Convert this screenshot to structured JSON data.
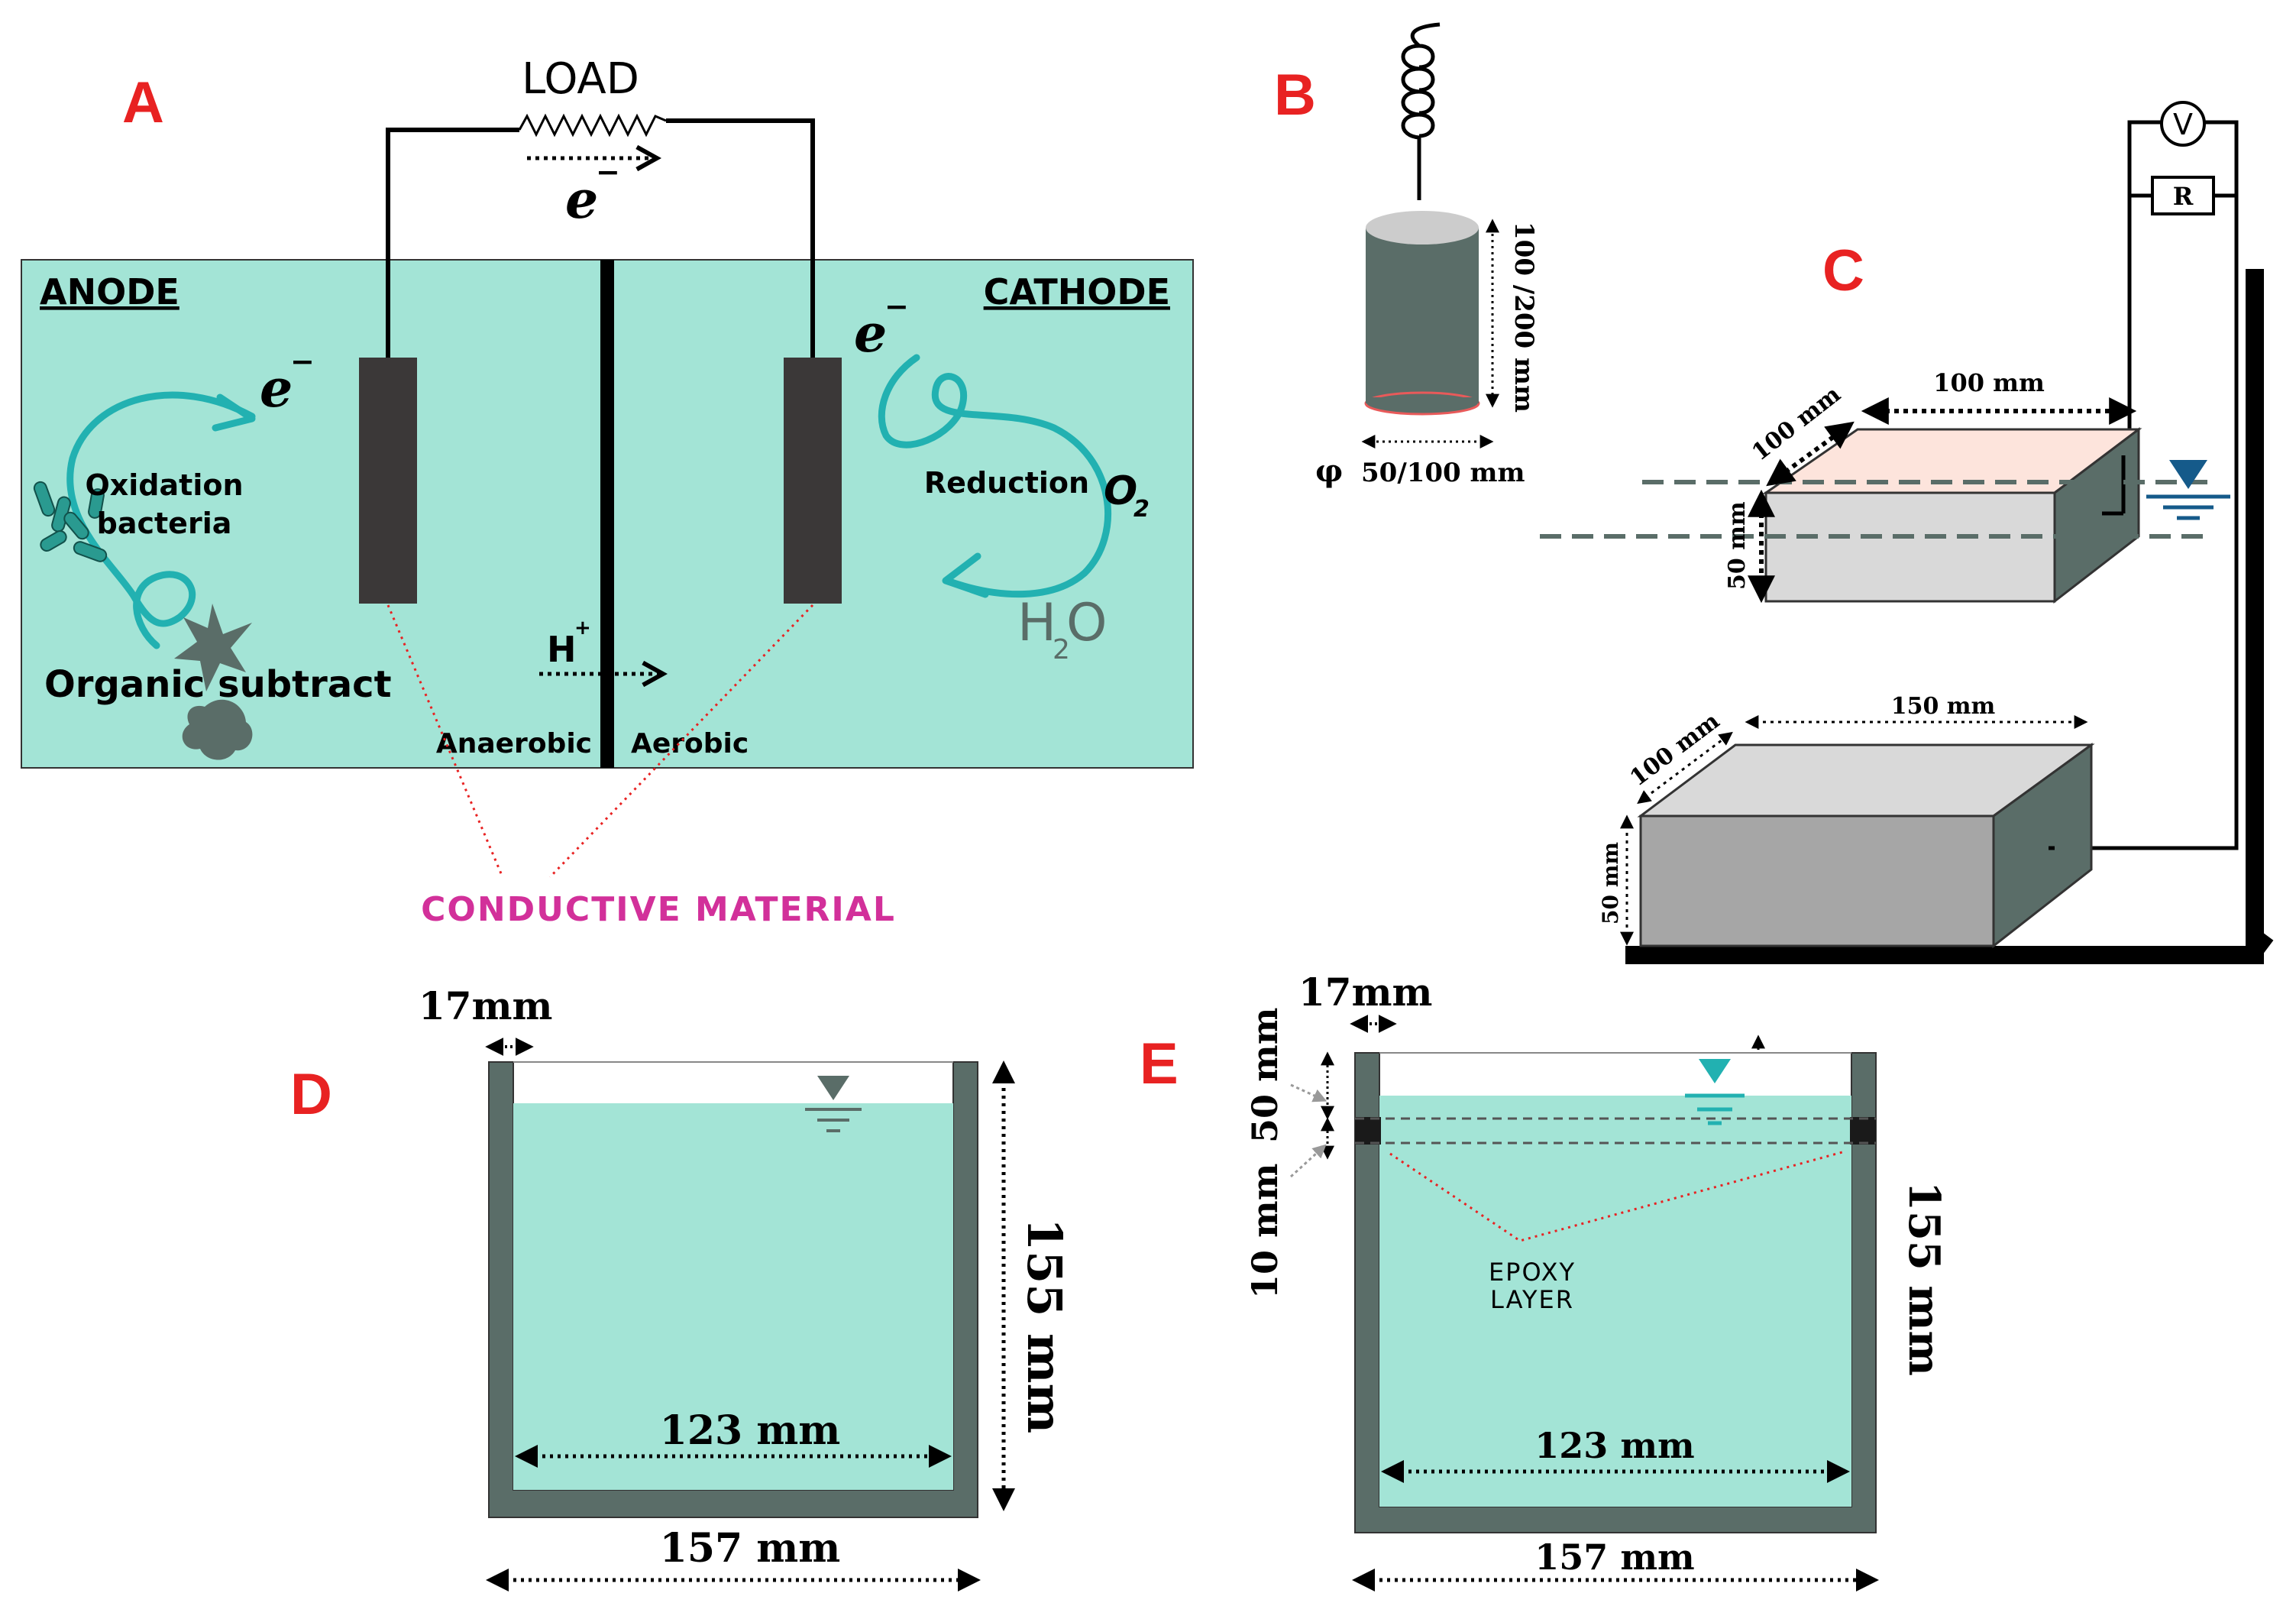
{
  "colors": {
    "electrolyte": "#a3e4d6",
    "electrode": "#3b3838",
    "slab": "#5a6d68",
    "teal": "#22b1b1",
    "red": "#e82222",
    "magenta": "#d2309a",
    "navy": "#155a8a"
  },
  "panels": {
    "a": "A",
    "b": "B",
    "c": "C",
    "d": "D",
    "e": "E"
  },
  "panel_a": {
    "load": "LOAD",
    "electron": "e",
    "electron_sup": "−",
    "anode": "ANODE",
    "cathode": "CATHODE",
    "oxidation_1": "Oxidation",
    "oxidation_2": "bacteria",
    "organic": "Organic subtract",
    "reduction": "Reduction",
    "o2_main": "O",
    "o2_sub": "2",
    "h2o_h": "H",
    "h2o_2": "2",
    "h2o_o": "O",
    "proton": "H",
    "proton_sup": "+",
    "anaerobic": "Anaerobic",
    "aerobic": "Aerobic",
    "conductive": "CONDUCTIVE MATERIAL"
  },
  "panel_b": {
    "height": "100 /200 mm",
    "phi": "φ",
    "diameter": "50/100 mm"
  },
  "panel_c": {
    "voltmeter": "V",
    "resistor": "R",
    "top_length": "100 mm",
    "top_depth": "100 mm",
    "top_height": "50 mm",
    "bottom_length": "150 mm",
    "bottom_depth": "100 mm",
    "bottom_height": "50 mm"
  },
  "panel_d": {
    "wall": "17mm",
    "height": "155 mm",
    "inner": "123 mm",
    "outer": "157 mm"
  },
  "panel_e": {
    "wall": "17mm",
    "upper": "50 mm",
    "lower": "10 mm",
    "epoxy_1": "EPOXY",
    "epoxy_2": "LAYER",
    "height": "155 mm",
    "inner": "123 mm",
    "outer": "157 mm"
  }
}
